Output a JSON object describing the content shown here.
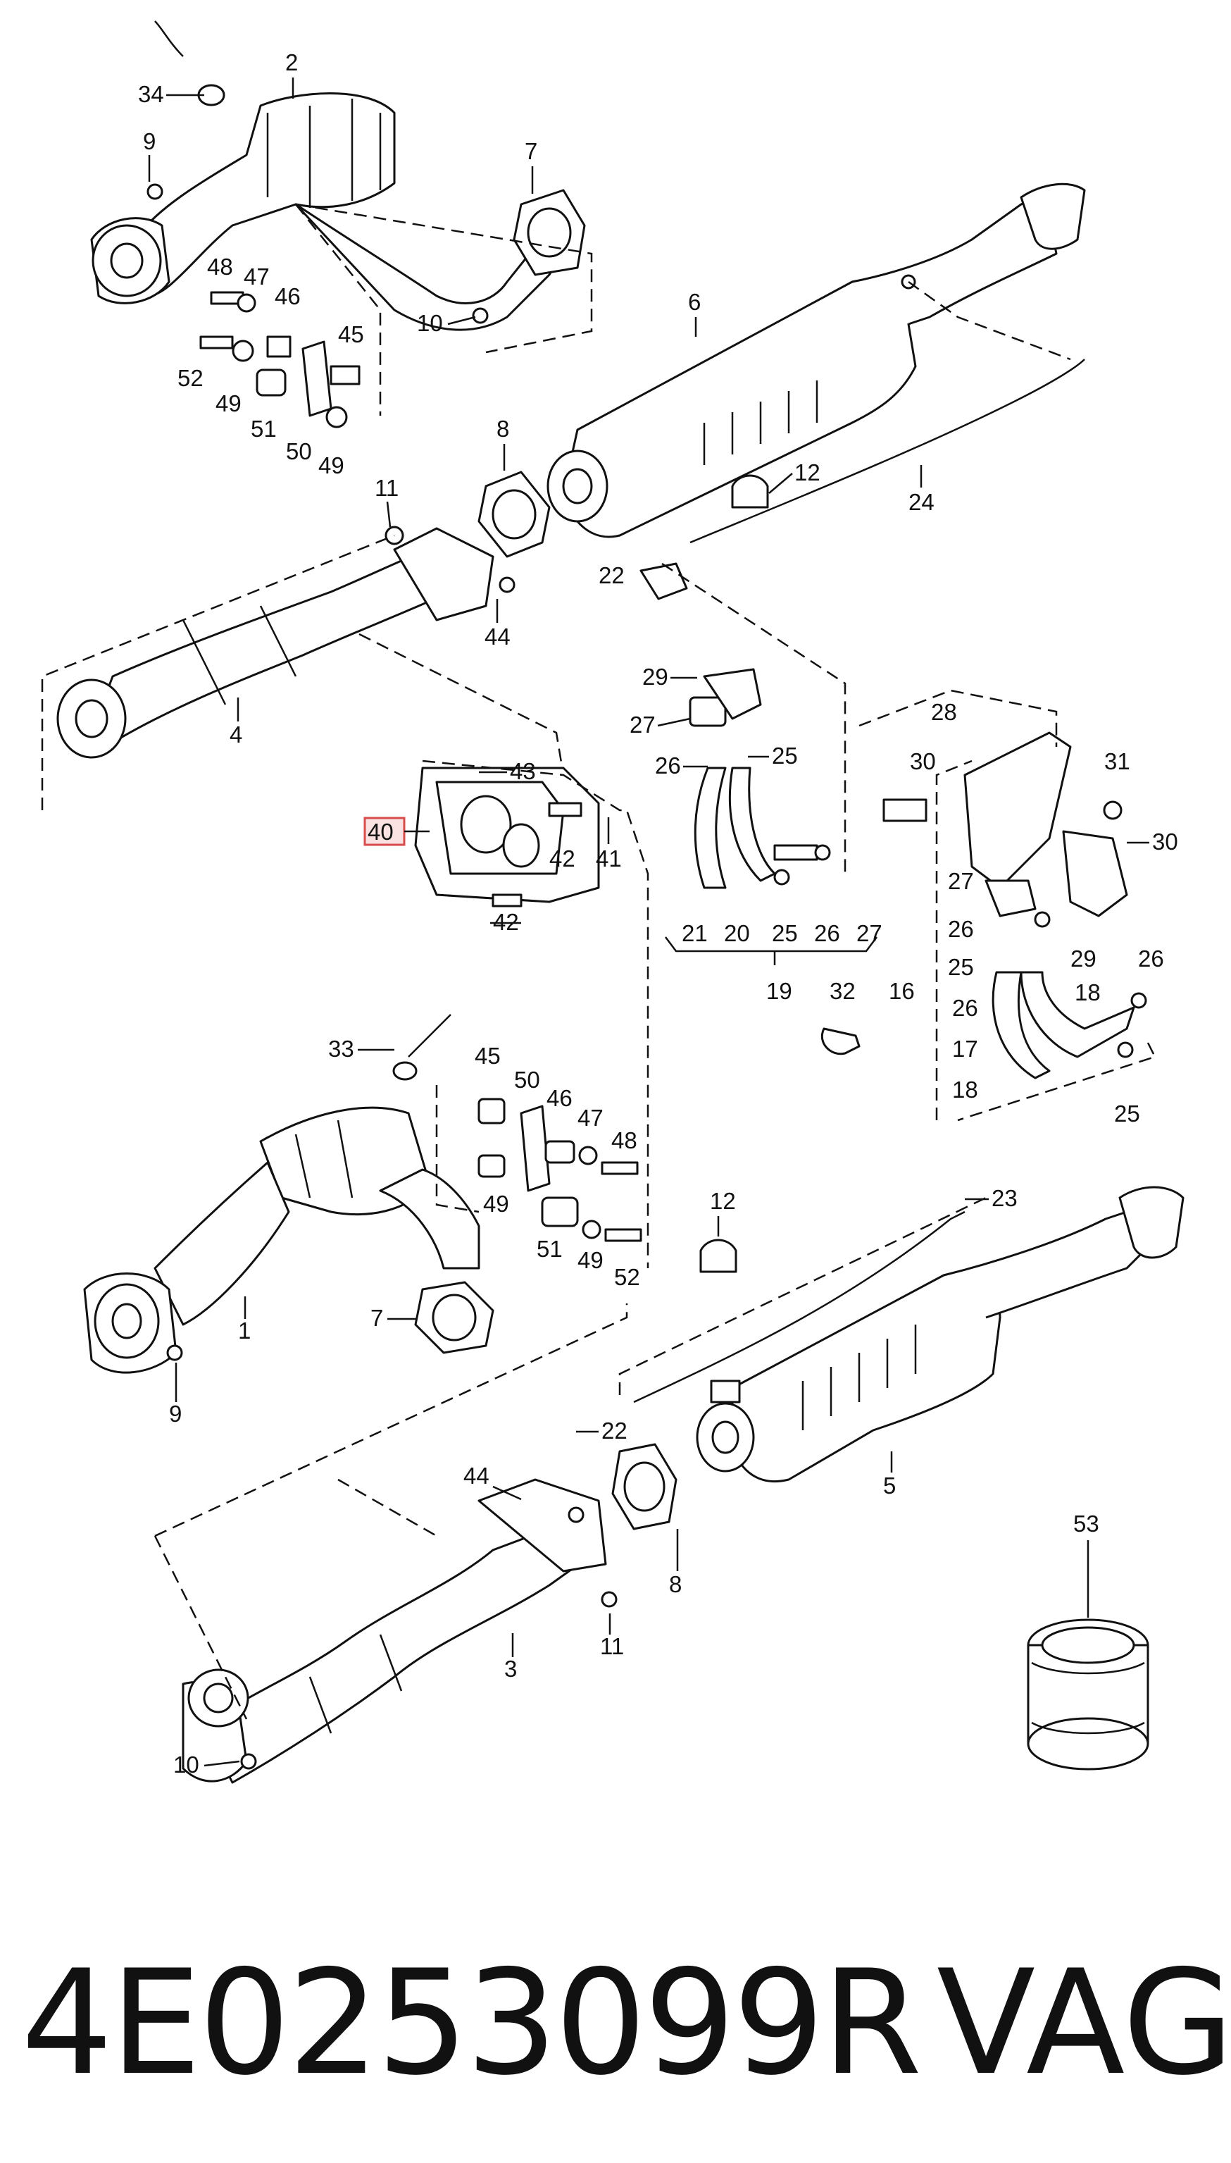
{
  "callouts": {
    "c2": "2",
    "c34": "34",
    "c9a": "9",
    "c7a": "7",
    "c48a": "48",
    "c47a": "47",
    "c46a": "46",
    "c45a": "45",
    "c10a": "10",
    "c52a": "52",
    "c49a": "49",
    "c51a": "51",
    "c50a": "50",
    "c49b": "49",
    "c6": "6",
    "c8a": "8",
    "c11a": "11",
    "c12a": "12",
    "c24": "24",
    "c44a": "44",
    "c4": "4",
    "c22a": "22",
    "c29a": "29",
    "c27a": "27",
    "c26a": "26",
    "c25a": "25",
    "c43": "43",
    "c40": "40",
    "c42a": "42",
    "c41": "41",
    "c42b": "42",
    "c21": "21",
    "c20": "20",
    "c25b": "25",
    "c26b": "26",
    "c27b": "27",
    "c19": "19",
    "c28": "28",
    "c30a": "30",
    "c31": "31",
    "c30b": "30",
    "c27c": "27",
    "c26c": "26",
    "c29b": "29",
    "c25c": "25",
    "c26d": "26",
    "c18a": "18",
    "c16": "16",
    "c26e": "26",
    "c17": "17",
    "c18b": "18",
    "c25d": "25",
    "c32": "32",
    "c33": "33",
    "c45b": "45",
    "c50b": "50",
    "c46b": "46",
    "c47b": "47",
    "c48b": "48",
    "c49c": "49",
    "c51b": "51",
    "c49d": "49",
    "c52b": "52",
    "c1": "1",
    "c7b": "7",
    "c9b": "9",
    "c12b": "12",
    "c23": "23",
    "c22b": "22",
    "c5": "5",
    "c44b": "44",
    "c8b": "8",
    "c11b": "11",
    "c3": "3",
    "c10b": "10",
    "c53": "53"
  },
  "highlighted_part": "40",
  "caption": {
    "part_number": "4E0253099R",
    "brand": "VAG"
  },
  "colors": {
    "highlight_fill": "#fbe2e2",
    "highlight_border": "#d94c4c"
  }
}
